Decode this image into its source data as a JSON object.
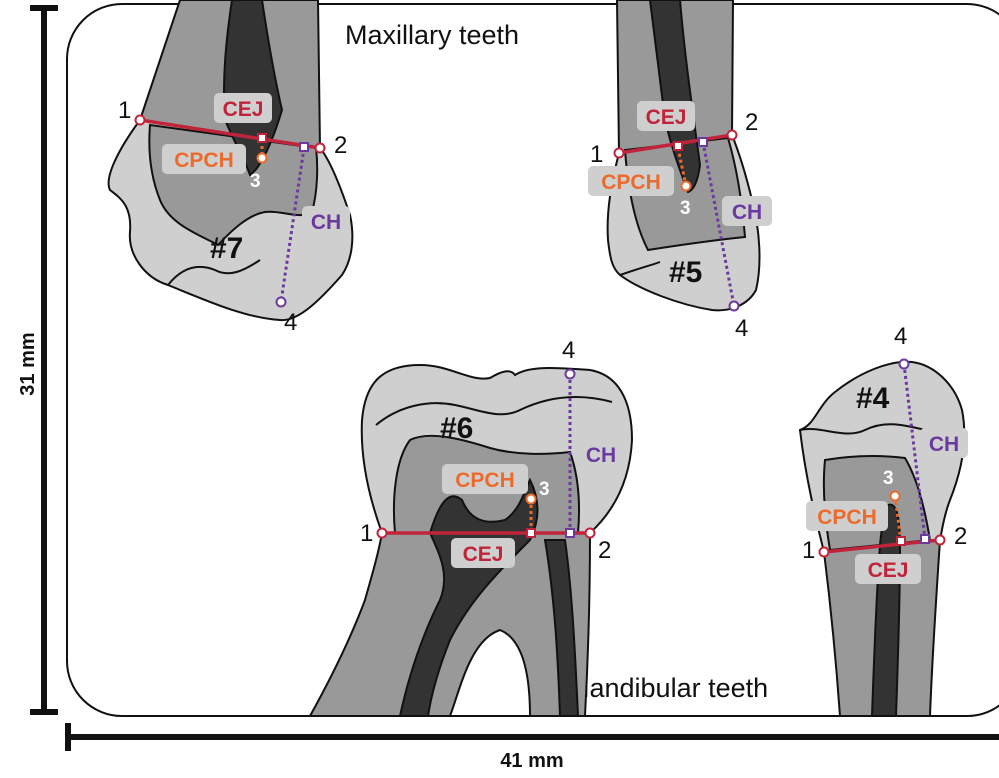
{
  "titles": {
    "maxillary": "Maxillary teeth",
    "mandibular": "Mandibular teeth"
  },
  "dimensions": {
    "height": "31 mm",
    "width": "41 mm"
  },
  "teeth": [
    {
      "id": "#7",
      "labels": {
        "cej": "CEJ",
        "cpch": "CPCH",
        "ch": "CH"
      },
      "points": [
        "1",
        "2",
        "3",
        "4"
      ]
    },
    {
      "id": "#5",
      "labels": {
        "cej": "CEJ",
        "cpch": "CPCH",
        "ch": "CH"
      },
      "points": [
        "1",
        "2",
        "3",
        "4"
      ]
    },
    {
      "id": "#6",
      "labels": {
        "cej": "CEJ",
        "cpch": "CPCH",
        "ch": "CH"
      },
      "points": [
        "1",
        "2",
        "3",
        "4"
      ]
    },
    {
      "id": "#4",
      "labels": {
        "cej": "CEJ",
        "cpch": "CPCH",
        "ch": "CH"
      },
      "points": [
        "1",
        "2",
        "3",
        "4"
      ]
    }
  ],
  "colors": {
    "cej": "#c0243a",
    "cpch": "#ec6a2c",
    "ch": "#6a3aa0",
    "label_box": "#cfcfcf",
    "enamel": "#cfcfcf",
    "dentin": "#999999",
    "pulp": "#333333"
  }
}
